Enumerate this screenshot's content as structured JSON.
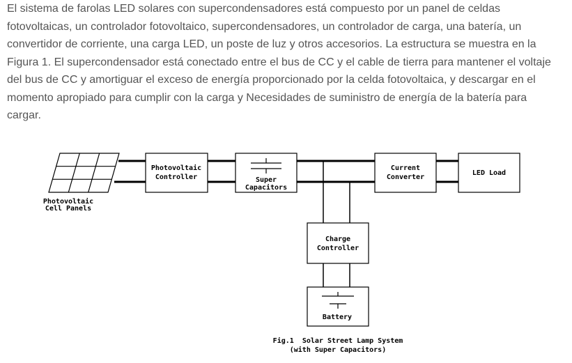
{
  "article": {
    "lines": [
      "El sistema de farolas LED solares con supercondensadores está compuesto por un panel de celdas",
      "fotovoltaicas, un controlador fotovoltaico, supercondensadores, un controlador de carga, una batería, un",
      "convertidor de corriente, una carga LED, un poste de luz y otros accesorios. La estructura se muestra en la",
      "Figura 1. El supercondensador está conectado entre el bus de CC y el cable de tierra para mantener el voltaje",
      "del bus de CC y amortiguar el exceso de energía proporcionado por la celda fotovoltaica, y descargar en el",
      "momento apropiado para cumplir con la carga y Necesidades de suministro de energía de la batería para",
      "cargar."
    ]
  },
  "diagram": {
    "pv_panel": {
      "line1": "Photovoltaic",
      "line2": "Cell Panels"
    },
    "pv_controller": {
      "line1": "Photovoltaic",
      "line2": "Controller"
    },
    "super_capacitors": {
      "line1": "Super",
      "line2": "Capacitors"
    },
    "current_converter": {
      "line1": "Current",
      "line2": "Converter"
    },
    "led_load": {
      "line1": "LED Load"
    },
    "charge_controller": {
      "line1": "Charge",
      "line2": "Controller"
    },
    "battery": {
      "line1": "Battery"
    },
    "caption": {
      "line1": "Fig.1  Solar Street Lamp System",
      "line2": "(with Super Capacitors)"
    }
  }
}
